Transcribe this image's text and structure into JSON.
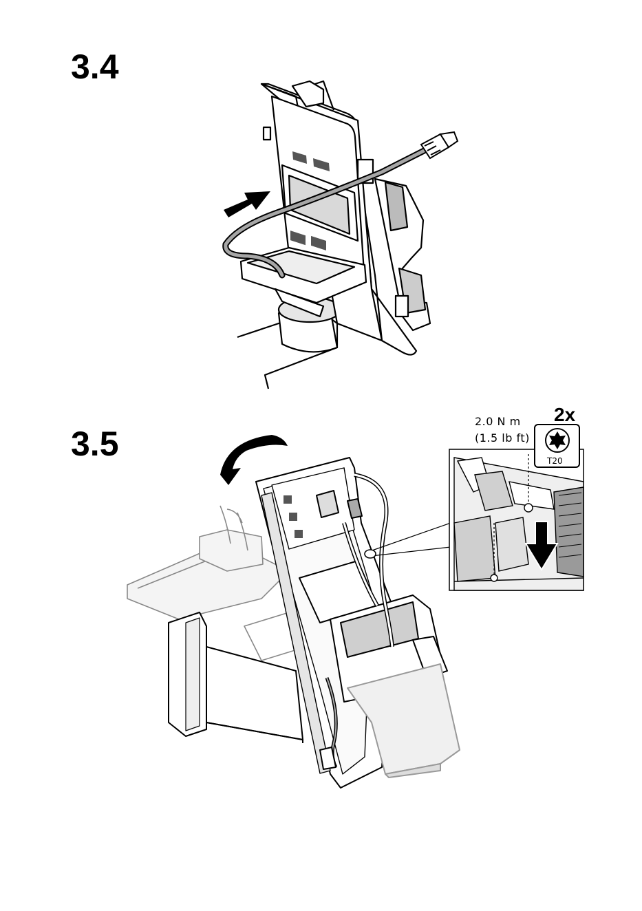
{
  "steps": [
    {
      "number": "3.4"
    },
    {
      "number": "3.5"
    }
  ],
  "callout": {
    "torque_nm": "2.0 N m",
    "torque_lbft": "(1.5 lb ft)",
    "quantity": "2x",
    "bit": "T20",
    "icons": [
      "torx-bit-icon",
      "down-arrow-icon",
      "push-arrow-icon",
      "rotate-arrow-icon"
    ]
  }
}
